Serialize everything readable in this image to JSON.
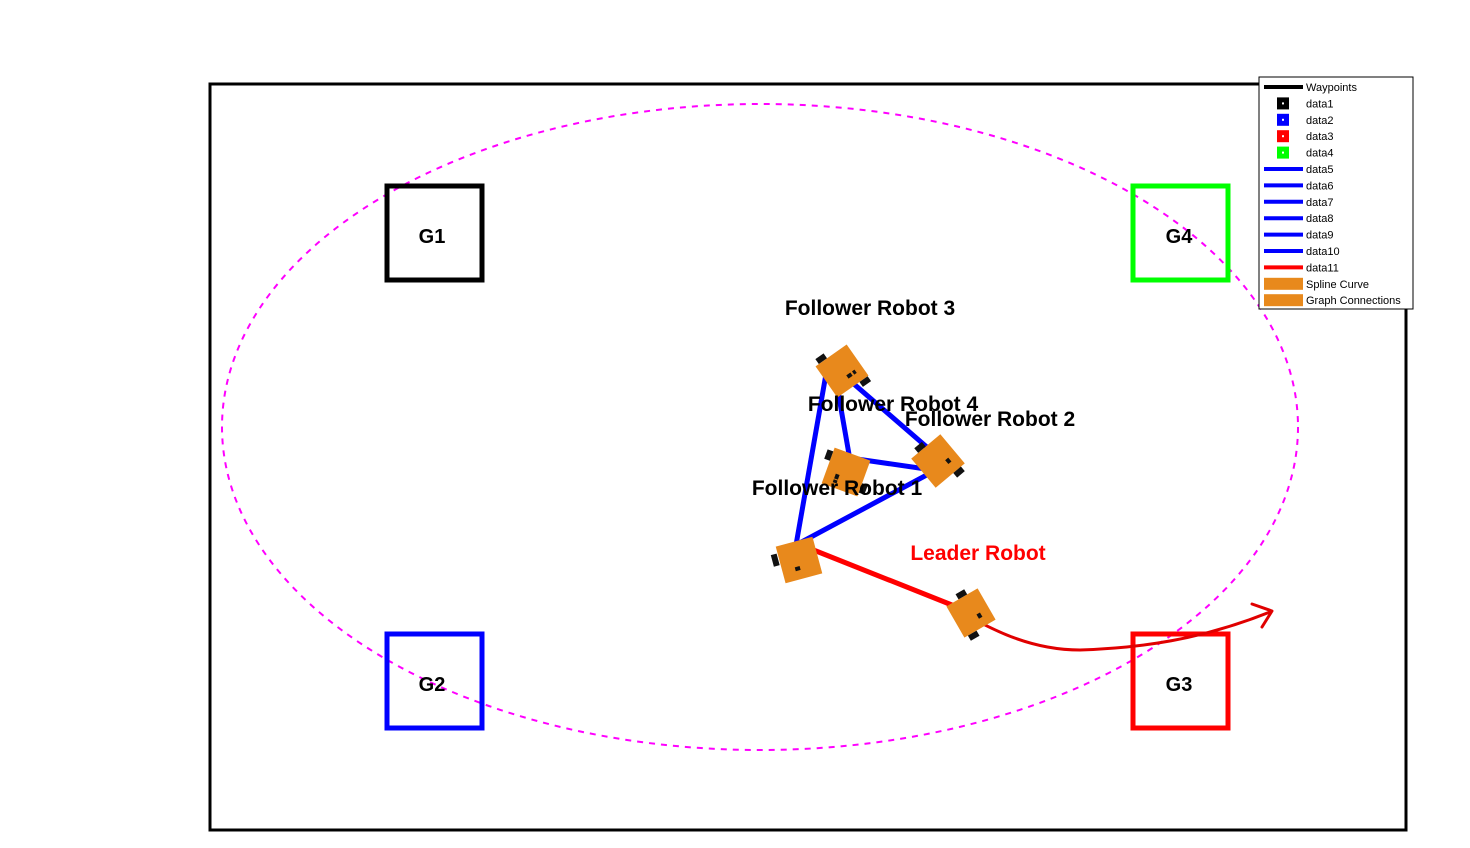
{
  "colors": {
    "frame": "#000000",
    "ellipse": "#ff00ff",
    "formation": "#0000ff",
    "leader_link": "#ff0000",
    "robot_body": "#e8891c",
    "wheel": "#111111",
    "g1": "#000000",
    "g2": "#0000ff",
    "g3": "#ff0000",
    "g4": "#00ff00"
  },
  "goals": [
    {
      "id": "g1",
      "label": "G1",
      "color": "#000000"
    },
    {
      "id": "g2",
      "label": "G2",
      "color": "#0000ff"
    },
    {
      "id": "g3",
      "label": "G3",
      "color": "#ff0000"
    },
    {
      "id": "g4",
      "label": "G4",
      "color": "#00ff00"
    }
  ],
  "robots": {
    "leader": {
      "label": "Leader Robot",
      "color": "#ff0000"
    },
    "follower1": {
      "label": "Follower Robot 1"
    },
    "follower2": {
      "label": "Follower Robot 2"
    },
    "follower3": {
      "label": "Follower Robot 3"
    },
    "follower4": {
      "label": "Follower Robot 4"
    }
  },
  "legend": {
    "items": [
      {
        "label": "Waypoints",
        "kind": "line",
        "color": "#000000"
      },
      {
        "label": "data1",
        "kind": "square",
        "color": "#000000"
      },
      {
        "label": "data2",
        "kind": "square",
        "color": "#0000ff"
      },
      {
        "label": "data3",
        "kind": "square",
        "color": "#ff0000"
      },
      {
        "label": "data4",
        "kind": "square",
        "color": "#00ff00"
      },
      {
        "label": "data5",
        "kind": "line",
        "color": "#0000ff"
      },
      {
        "label": "data6",
        "kind": "line",
        "color": "#0000ff"
      },
      {
        "label": "data7",
        "kind": "line",
        "color": "#0000ff"
      },
      {
        "label": "data8",
        "kind": "line",
        "color": "#0000ff"
      },
      {
        "label": "data9",
        "kind": "line",
        "color": "#0000ff"
      },
      {
        "label": "data10",
        "kind": "line",
        "color": "#0000ff"
      },
      {
        "label": "data11",
        "kind": "line",
        "color": "#ff0000"
      },
      {
        "label": "Spline Curve",
        "kind": "patch",
        "color": "#e8891c"
      },
      {
        "label": "Graph Connections",
        "kind": "patch",
        "color": "#e8891c"
      }
    ]
  }
}
